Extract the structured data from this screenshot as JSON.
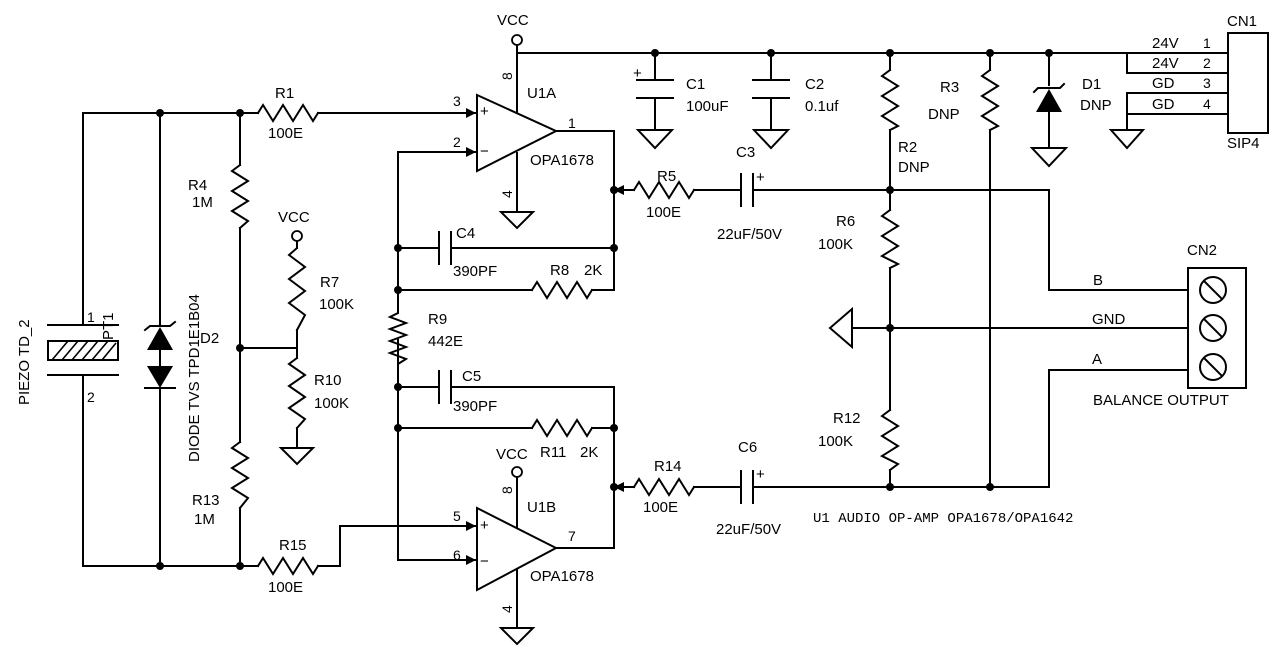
{
  "labels": {
    "vcc_top": "VCC",
    "vcc_mid": "VCC",
    "vcc_bot": "VCC",
    "piezo_name": "PIEZO TD_2",
    "pt1": "PT1",
    "pt1_pin1": "1",
    "pt1_pin2": "2",
    "diode_tvs": "DIODE TVS TPD1E1B04",
    "d2": "D2",
    "r1": "R1",
    "r1_val": "100E",
    "r4": "R4",
    "r4_val": "1M",
    "r7": "R7",
    "r7_val": "100K",
    "r10": "R10",
    "r10_val": "100K",
    "r13": "R13",
    "r13_val": "1M",
    "r15": "R15",
    "r15_val": "100E",
    "u1a": "U1A",
    "u1a_part": "OPA1678",
    "u1b": "U1B",
    "u1b_part": "OPA1678",
    "u1a_pin3": "3",
    "u1a_pin2": "2",
    "u1a_pin1": "1",
    "u1a_pin8": "8",
    "u1a_pin4": "4",
    "u1b_pin5": "5",
    "u1b_pin6": "6",
    "u1b_pin7": "7",
    "u1b_pin8": "8",
    "u1b_pin4": "4",
    "c4": "C4",
    "c4_val": "390PF",
    "r8": "R8",
    "r8_val": "2K",
    "r9": "R9",
    "r9_val": "442E",
    "c5": "C5",
    "c5_val": "390PF",
    "r11": "R11",
    "r11_val": "2K",
    "r5": "R5",
    "r5_val": "100E",
    "r14": "R14",
    "r14_val": "100E",
    "c3": "C3",
    "c3_val": "22uF/50V",
    "c6": "C6",
    "c6_val": "22uF/50V",
    "c1": "C1",
    "c1_val": "100uF",
    "c2": "C2",
    "c2_val": "0.1uf",
    "r3": "R3",
    "r3_val": "DNP",
    "r2": "R2",
    "r2_val": "DNP",
    "d1": "D1",
    "d1_val": "DNP",
    "r6": "R6",
    "r6_val": "100K",
    "r12": "R12",
    "r12_val": "100K",
    "cn1": "CN1",
    "cn1_type": "SIP4",
    "cn1_24v_1": "24V",
    "cn1_24v_2": "24V",
    "cn1_gd_3": "GD",
    "cn1_gd_4": "GD",
    "cn1_p1": "1",
    "cn1_p2": "2",
    "cn1_p3": "3",
    "cn1_p4": "4",
    "cn2": "CN2",
    "net_b": "B",
    "net_gnd": "GND",
    "net_a": "A",
    "balance_output": "BALANCE OUTPUT",
    "plus": "+",
    "minus": "−",
    "note": "U1 AUDIO OP-AMP  OPA1678/OPA1642"
  }
}
